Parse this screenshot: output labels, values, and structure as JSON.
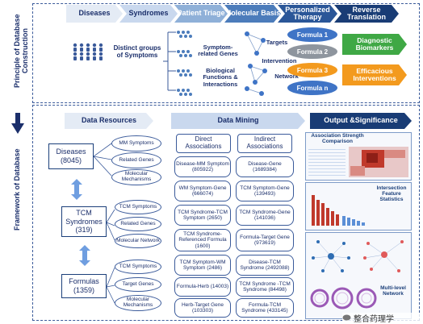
{
  "side_labels": {
    "top": "Principle of Database Construction",
    "bottom": "Framework of Database"
  },
  "pipeline": [
    "Diseases",
    "Syndromes",
    "Patient Triage",
    "Molecular Basis",
    "Personalized Therapy",
    "Reverse Translation"
  ],
  "principle": {
    "symptom_groups_label": "Distinct groups of Symptoms",
    "symptom_genes_label": "Symptom-related Genes",
    "bio_label": "Biological Functions & Interactions",
    "targets": "Targets",
    "intervention": "Intervention",
    "network": "Network",
    "formulas": [
      "Formula 1",
      "Formula 2",
      "Formula 3",
      "Formula n"
    ],
    "outputs": [
      "Diagnostic Biomarkers",
      "Efficacious Interventions"
    ]
  },
  "framework": {
    "headers": [
      "Data Resources",
      "Data Mining",
      "Output &Significance"
    ],
    "resources": [
      {
        "name": "Diseases",
        "count": "(8045)",
        "items": [
          "MM Symptoms",
          "Related Genes",
          "Molecular Mechanisms"
        ]
      },
      {
        "name": "TCM Syndromes",
        "count": "(319)",
        "items": [
          "TCM Symptoms",
          "Related Genes",
          "Molecular Network"
        ]
      },
      {
        "name": "Formulas",
        "count": "(1359)",
        "items": [
          "TCM Symptoms",
          "Target Genes",
          "Molecular Mechanisms"
        ]
      }
    ],
    "direct_header": "Direct Associations",
    "indirect_header": "Indirect Associations",
    "direct": [
      "Disease-MM Symptom (805922)",
      "WM Symptom-Gene (666074)",
      "TCM Syndrome-TCM Symptom (2650)",
      "TCM Syndrome-Referenced Formula (1600)",
      "TCM Symptom-WM Symptom (2486)",
      "Formula-Herb (14003)",
      "Herb-Target Gene (103303)"
    ],
    "indirect": [
      "Disease-Gene (1689384)",
      "TCM Symptom-Gene (139493)",
      "TCM Syndrome-Gene (141036)",
      "Formula-Target Gene (973619)",
      "Disease-TCM Syndrome (2492088)",
      "TCM Syndrome -TCM Syndrome (84498)",
      "Formula-TCM Syndrome (433145)"
    ],
    "outputs": [
      "Association Strength Comparison",
      "Intersection Feature Statistics",
      "Multi-level Network"
    ]
  },
  "watermark": "整合药理学",
  "colors": {
    "navy": "#1b2f6b",
    "green": "#3fa845",
    "orange": "#f39a1e",
    "blue": "#3f74c6",
    "gray": "#8e959e",
    "heat": "#c0392b"
  }
}
